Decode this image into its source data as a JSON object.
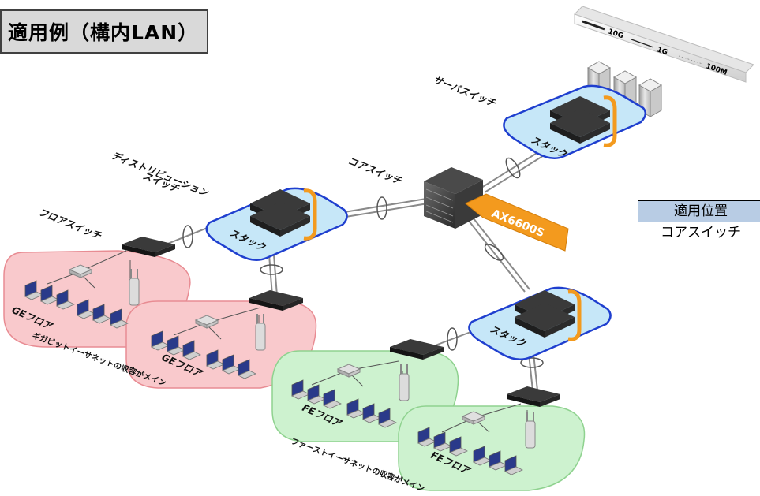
{
  "title": "適用例（構内LAN）",
  "legend": {
    "ten_g": "10G",
    "one_g": "1G",
    "hundred_m": "100M"
  },
  "labels": {
    "server_switch": "サーバスイッチ",
    "core_switch": "コアスイッチ",
    "distribution_switch_line1": "ディストリビューション",
    "distribution_switch_line2": "スイッチ",
    "floor_switch": "フロアスイッチ",
    "product": "AX6600S"
  },
  "stack_label": "スタック",
  "zones": {
    "ge_floor_1": "GEフロア",
    "ge_floor_2": "GEフロア",
    "fe_floor_1": "FEフロア",
    "fe_floor_2": "FEフロア"
  },
  "captions": {
    "gigabit": "ギガビットイーサネットの収容がメイン",
    "fast": "ファーストイーサネットの収容がメイン"
  },
  "table": {
    "header": "適用位置",
    "value": "コアスイッチ"
  },
  "colors": {
    "stack_fill": "#c6e7f8",
    "stack_border": "#1f3fcf",
    "ge_fill": "#f9c9cc",
    "ge_border": "#e88c93",
    "fe_fill": "#cdf2cf",
    "fe_border": "#8fd28f",
    "product_arrow": "#f39a1e",
    "table_header": "#b8cce4"
  }
}
